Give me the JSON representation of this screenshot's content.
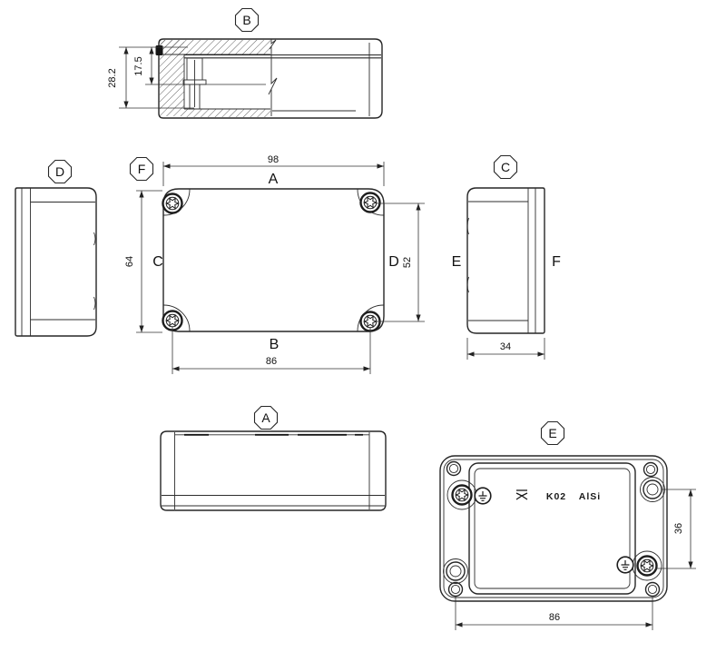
{
  "colors": {
    "background": "#ffffff",
    "line": "#262626",
    "text": "#111111"
  },
  "icons": {
    "view_badge": "octagon-view-badge",
    "screw": "torx-screw-icon",
    "ground": "earth-ground-icon",
    "logo": "manufacturer-logo-icon"
  },
  "views": {
    "section_b": {
      "badge": "B",
      "dim_overall_height": "28.2",
      "dim_inner_height": "17.5"
    },
    "side_d": {
      "badge": "D"
    },
    "top_f": {
      "badge": "F",
      "dim_overall_width": "98",
      "face_top": "A",
      "face_left": "C",
      "dim_overall_height": "64",
      "face_right": "D",
      "dim_screw_spacing_vertical": "52",
      "face_bottom": "B",
      "dim_screw_spacing_horizontal": "86"
    },
    "side_c": {
      "badge": "C",
      "face_left": "E",
      "face_right": "F",
      "dim_depth": "34"
    },
    "front_a": {
      "badge": "A"
    },
    "bottom_e": {
      "badge": "E",
      "marking_model": "K02",
      "marking_material": "AlSi",
      "dim_hole_spacing_vertical": "36",
      "dim_hole_spacing_horizontal": "86"
    }
  }
}
